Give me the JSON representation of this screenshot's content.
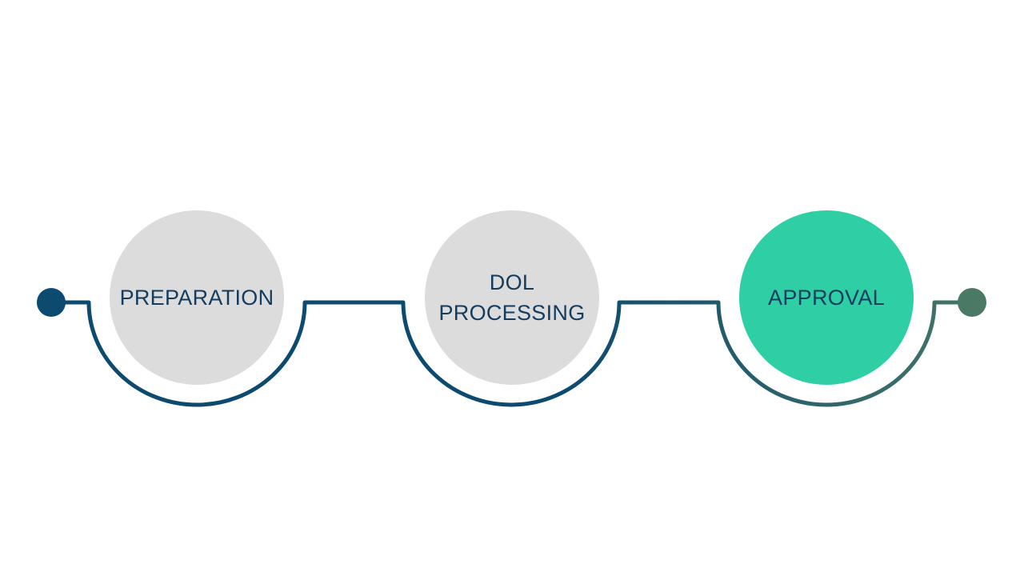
{
  "steps": [
    {
      "label": "PREPARATION",
      "fill": "#dcdcdc",
      "text_color": "#143c5e"
    },
    {
      "label": "DOL\nPROCESSING",
      "fill": "#dcdcdc",
      "text_color": "#143c5e"
    },
    {
      "label": "APPROVAL",
      "fill": "#2ecfa5",
      "text_color": "#143c5e"
    }
  ],
  "colors": {
    "line_start": "#0d4a70",
    "line_end": "#4a7a66",
    "start_dot": "#0d4a70",
    "end_dot": "#4a7a66",
    "background": "#ffffff"
  }
}
